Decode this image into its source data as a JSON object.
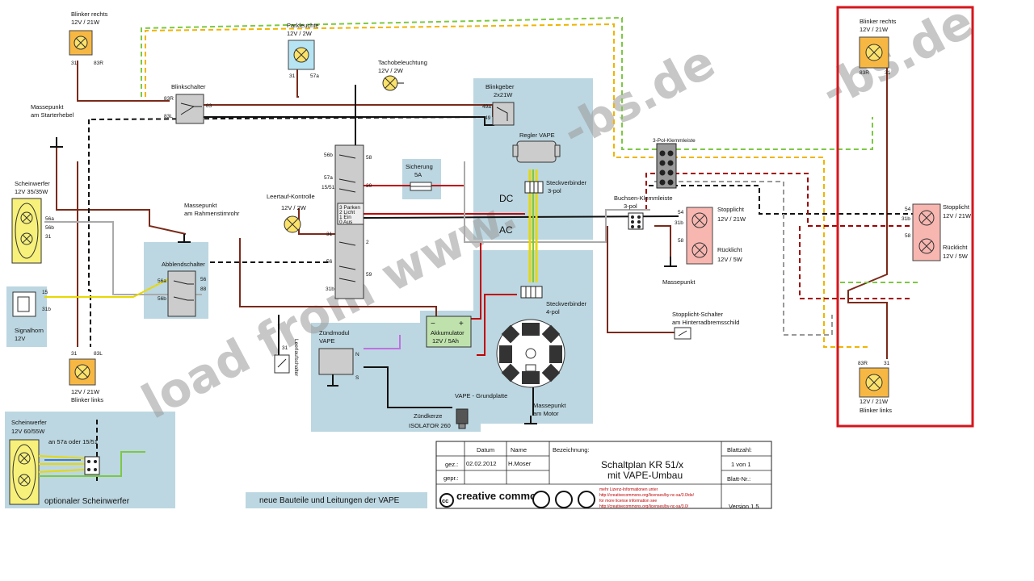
{
  "components": {
    "blinker_vr": {
      "name": "Blinker rechts",
      "rating": "12V / 21W",
      "t1": "31",
      "t2": "83R"
    },
    "parkleuchte": {
      "name": "Parkleuchte",
      "rating": "12V / 2W",
      "t1": "31",
      "t2": "57a"
    },
    "tacho": {
      "name": "Tachobeleuchtung",
      "rating": "12V / 2W"
    },
    "blinkschalter": {
      "name": "Blinkschalter",
      "t1": "83R",
      "t2": "83L",
      "t3": "83"
    },
    "masse_starter": {
      "line1": "Massepunkt",
      "line2": "am Starterhebel"
    },
    "scheinwerfer": {
      "name": "Scheinwerfer",
      "rating": "12V 35/35W",
      "t1": "56a",
      "t2": "56b",
      "t3": "31"
    },
    "signalhorn": {
      "name": "Signalhorn",
      "rating": "12V",
      "t1": "15",
      "t2": "31b"
    },
    "blinker_vl": {
      "rating": "12V / 21W",
      "name": "Blinker links",
      "t1": "31",
      "t2": "83L"
    },
    "masse_rahmen": {
      "line1": "Massepunkt",
      "line2": "am Rahmenstirnrohr"
    },
    "abblend": {
      "name": "Abblendschalter",
      "t1": "56a",
      "t2": "56",
      "t3": "56b",
      "t4": "88"
    },
    "leerlauf": {
      "name": "Leertauf-Kontrolle",
      "rating": "12V / 2W"
    },
    "leerlauf_schalter": {
      "name": "Leerlaufschalter",
      "t1": "31"
    },
    "zuendschloss": {
      "t1": "56b",
      "t2": "58",
      "t3": "57a",
      "t4": "15/51",
      "t5": "30",
      "t6": "31",
      "t7": "2",
      "t8": "56",
      "t9": "59",
      "t10": "31b",
      "pos1": "3 Parken",
      "pos2": "2 Licht",
      "pos3": "1 Ein",
      "pos4": "0 Aus"
    },
    "sicherung": {
      "name": "Sicherung",
      "rating": "5A"
    },
    "blinkgeber": {
      "name": "Blinkgeber",
      "rating": "2x21W",
      "t1": "49a",
      "t2": "49"
    },
    "regler": {
      "name": "Regler VAPE"
    },
    "stecker3": {
      "name": "Steckverbinder",
      "detail": "3-pol"
    },
    "dc": "DC",
    "ac": "AC",
    "stecker4": {
      "name": "Steckverbinder",
      "detail": "4-pol"
    },
    "akku": {
      "minus": "−",
      "plus": "+",
      "name": "Akkumulator",
      "rating": "12V / 5Ah"
    },
    "zuendmodul": {
      "name": "Zündmodul",
      "detail": "VAPE",
      "t1": "N",
      "t2": "S"
    },
    "grundplatte": {
      "name": "VAPE - Grundplatte"
    },
    "zuendkerze": {
      "name": "Zündkerze",
      "detail": "ISOLATOR 260"
    },
    "masse_motor": {
      "line1": "Massepunkt",
      "line2": "am Motor"
    },
    "buchsen": {
      "name": "Buchsen-Klemmleiste",
      "detail": "3-pol"
    },
    "stopplicht_l": {
      "name": "Stopplicht",
      "rating": "12V / 21W",
      "t1": "54",
      "t2": "31b"
    },
    "ruecklicht_l": {
      "name": "Rücklicht",
      "rating": "12V / 5W",
      "t1": "58"
    },
    "masse_hinten": {
      "name": "Massepunkt"
    },
    "stoppschalter": {
      "line1": "Stopplicht-Schalter",
      "line2": "am Hinterradbremsschild"
    },
    "opt_scheinwerfer": {
      "name": "Scheinwerfer",
      "rating": "12V 60/55W",
      "note": "an 57a oder 15/51",
      "caption": "optionaler Scheinwerfer"
    },
    "neue_bauteile": "neue Bauteile und Leitungen der VAPE",
    "pol_klemme": "3-Pol-Klemmleiste"
  },
  "detail": {
    "blinker_vr": {
      "name": "Blinker rechts",
      "rating": "12V / 21W",
      "t1": "83R",
      "t2": "31"
    },
    "stopplicht": {
      "name": "Stopplicht",
      "rating": "12V / 21W",
      "t1": "54",
      "t2": "31b"
    },
    "ruecklicht": {
      "name": "Rücklicht",
      "rating": "12V / 5W",
      "t1": "58"
    },
    "blinker_hl": {
      "t1": "83R",
      "t2": "31",
      "rating": "12V / 21W",
      "name": "Blinker links"
    }
  },
  "title_block": {
    "col_datum": "Datum",
    "col_name": "Name",
    "row_gez": "gez.:",
    "gez_datum": "02.02.2012",
    "gez_name": "H.Moser",
    "row_gepr": "gepr.:",
    "bezeichnung_label": "Bezeichnung:",
    "title_line1": "Schaltplan KR 51/x",
    "title_line2": "mit VAPE-Umbau",
    "blattzahl_label": "Blattzahl:",
    "blattzahl": "1 von 1",
    "blattnr_label": "Blatt-Nr.:",
    "version": "Version 1.5",
    "cc_logo": "creative commons",
    "license1": "mehr Lizenz-Informationen unter",
    "license2": "http://creativecommons.org/licenses/by-nc-sa/3.0/de/",
    "license3": "for more license information see",
    "license4": "http://creativecommons.org/licenses/by-nc-sa/3.0/"
  },
  "watermark": {
    "line1": "load from www.",
    "line2": "-bs.de",
    "line3": "-bs.de"
  },
  "colors": {
    "panel": "#bcd7e1",
    "wire_red": "#c00000",
    "wire_brown": "#7a2a1a",
    "wire_yellow": "#e8d800",
    "wire_green": "#7cc843",
    "wire_orange": "#f0b400",
    "lamp_orange": "#f7b843",
    "lamp_pink": "#f7b6b0",
    "frame_red": "#d6161c"
  }
}
